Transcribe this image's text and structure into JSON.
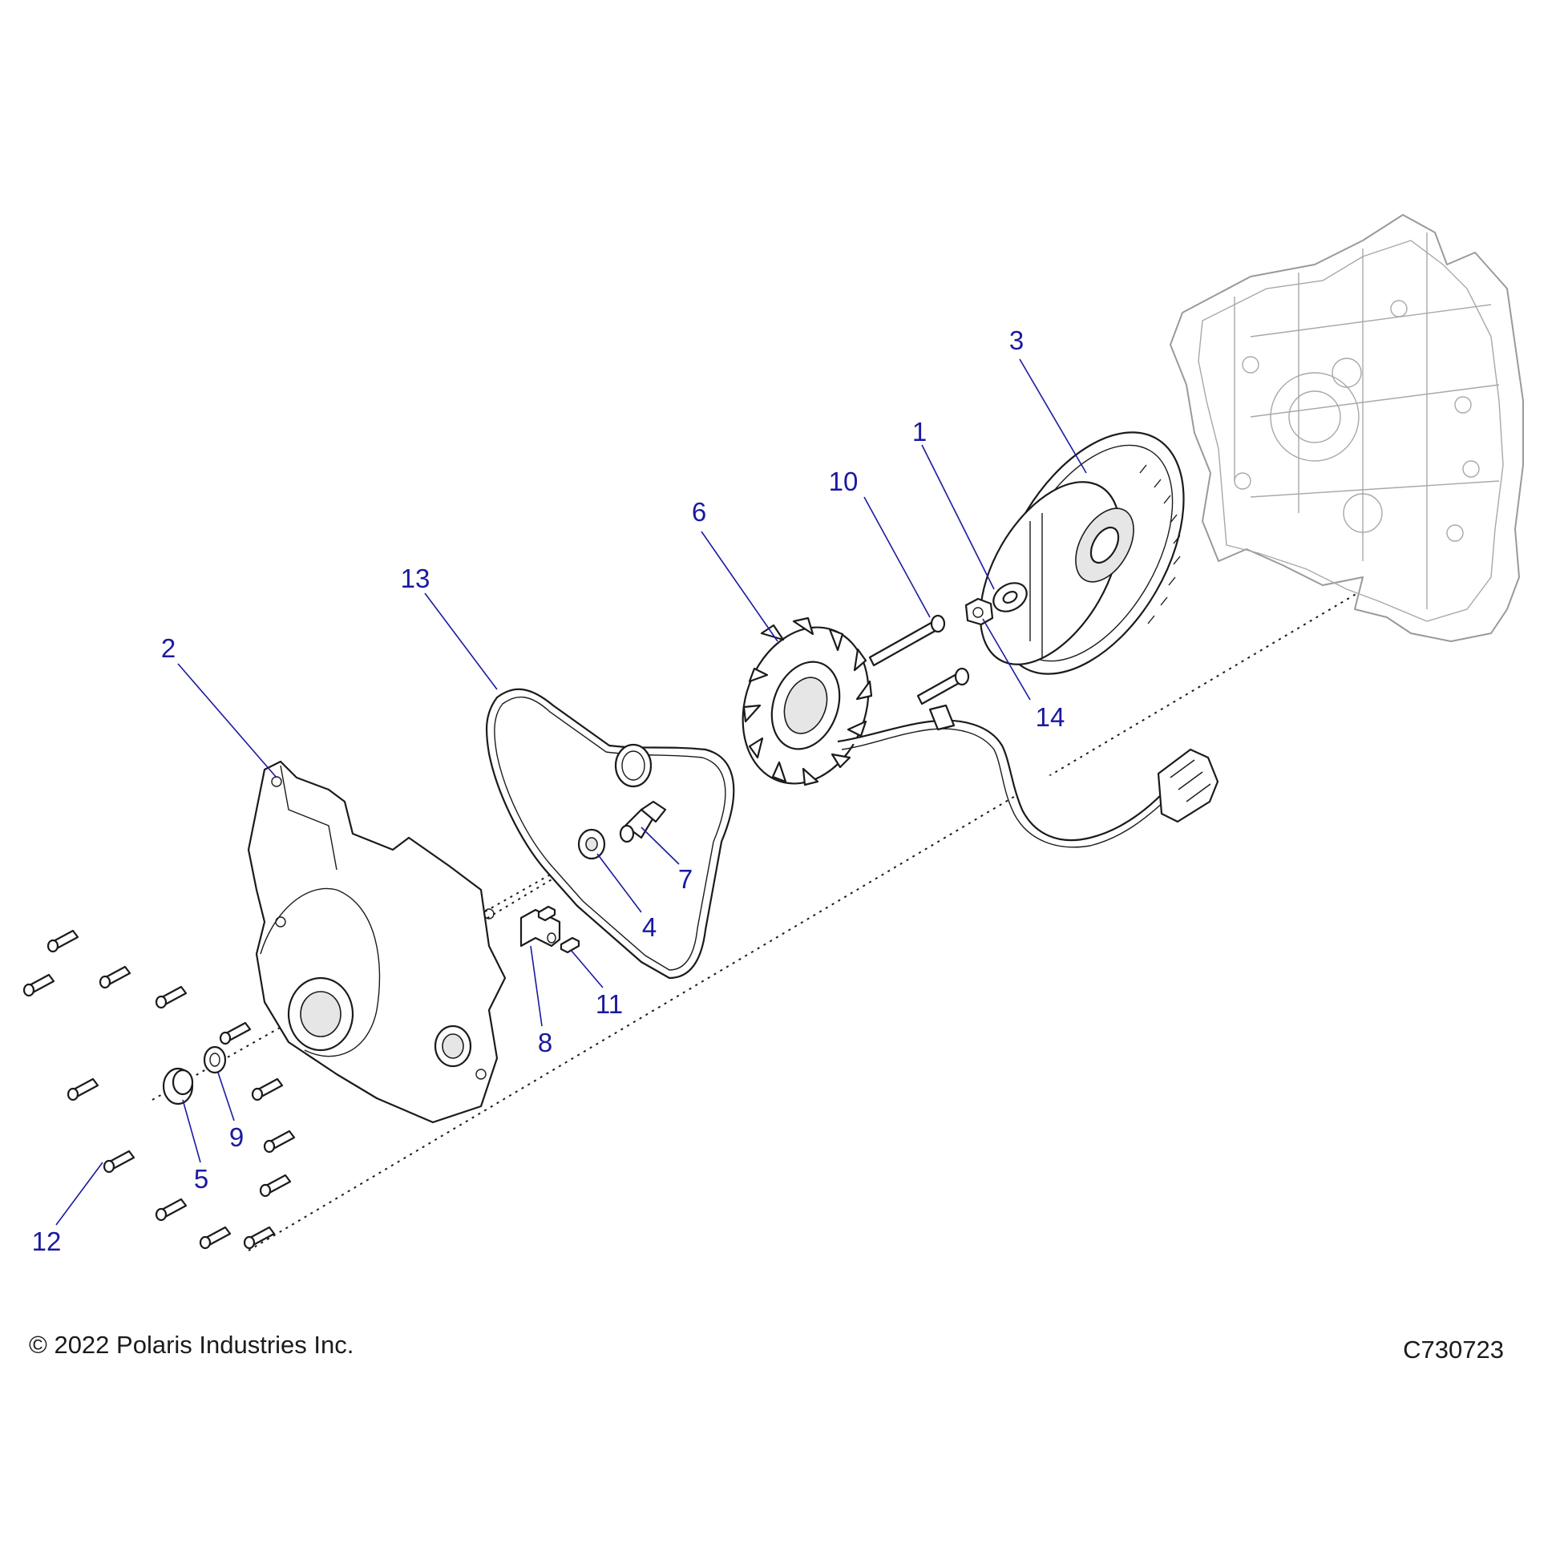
{
  "callouts": [
    {
      "id": "1",
      "label": "1"
    },
    {
      "id": "2",
      "label": "2"
    },
    {
      "id": "3",
      "label": "3"
    },
    {
      "id": "4",
      "label": "4"
    },
    {
      "id": "5",
      "label": "5"
    },
    {
      "id": "6",
      "label": "6"
    },
    {
      "id": "7",
      "label": "7"
    },
    {
      "id": "8",
      "label": "8"
    },
    {
      "id": "9",
      "label": "9"
    },
    {
      "id": "10",
      "label": "10"
    },
    {
      "id": "11",
      "label": "11"
    },
    {
      "id": "12",
      "label": "12"
    },
    {
      "id": "13",
      "label": "13"
    },
    {
      "id": "14",
      "label": "14"
    }
  ],
  "footer": {
    "copyright": "© 2022 Polaris Industries Inc.",
    "drawing_id": "C730723"
  },
  "colors": {
    "callout": "#1a1aa0",
    "line": "#1b1b1b",
    "ghost": "#9a9a9a"
  }
}
